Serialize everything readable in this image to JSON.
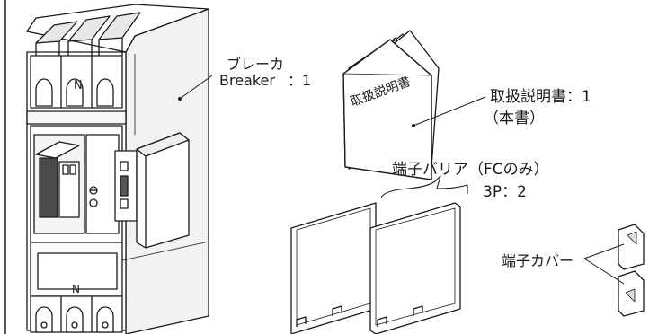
{
  "breaker": {
    "label_jp": "ブレーカ",
    "label_en": "Breaker",
    "qty": "：1"
  },
  "manual": {
    "cover_title": "取扱説明書",
    "label": "取扱説明書：1",
    "note": "（本書）"
  },
  "barrier": {
    "label": "端子バリア（FCのみ）",
    "qty": "3P：2"
  },
  "terminal_cover": {
    "label": "端子カバー"
  },
  "breaker_marks": {
    "top_letter": "N",
    "bottom_letter": "N"
  }
}
